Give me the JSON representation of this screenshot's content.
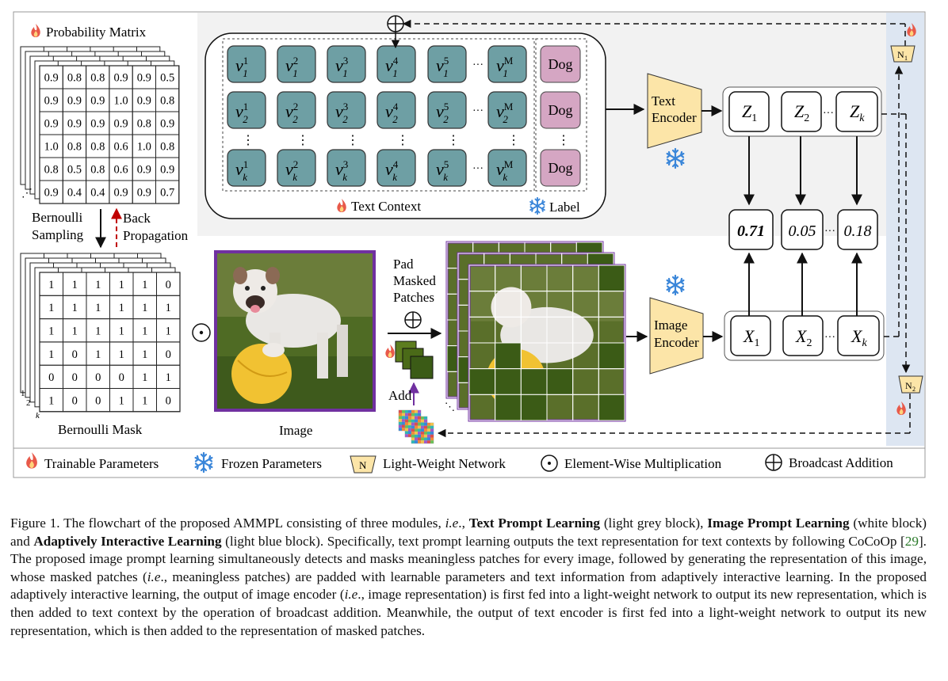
{
  "figure": {
    "prob_matrix": {
      "title": "Probability Matrix",
      "rows": [
        [
          "0.9",
          "0.8",
          "0.8",
          "0.9",
          "0.9",
          "0.5"
        ],
        [
          "0.9",
          "0.9",
          "0.9",
          "1.0",
          "0.9",
          "0.8"
        ],
        [
          "0.9",
          "0.9",
          "0.9",
          "0.9",
          "0.8",
          "0.9"
        ],
        [
          "1.0",
          "0.8",
          "0.8",
          "0.6",
          "1.0",
          "0.8"
        ],
        [
          "0.8",
          "0.5",
          "0.8",
          "0.6",
          "0.9",
          "0.9"
        ],
        [
          "0.9",
          "0.4",
          "0.4",
          "0.9",
          "0.9",
          "0.7"
        ]
      ]
    },
    "bernoulli_sampling": [
      "Bernoulli",
      "Sampling"
    ],
    "back_propagation": [
      "Back",
      "Propagation"
    ],
    "mask": {
      "title": "Bernoulli Mask",
      "rows": [
        [
          "1",
          "1",
          "1",
          "1",
          "1",
          "0"
        ],
        [
          "1",
          "1",
          "1",
          "1",
          "1",
          "1"
        ],
        [
          "1",
          "1",
          "1",
          "1",
          "1",
          "1"
        ],
        [
          "1",
          "0",
          "1",
          "1",
          "1",
          "0"
        ],
        [
          "0",
          "0",
          "0",
          "0",
          "1",
          "1"
        ],
        [
          "1",
          "0",
          "0",
          "1",
          "1",
          "0"
        ]
      ],
      "index_labels": [
        "1",
        "2",
        "k"
      ]
    },
    "image_label": "Image",
    "text_context_label": "Text Context",
    "label_label": "Label",
    "class_name": "Dog",
    "v_cols": [
      "1",
      "2",
      "3",
      "4",
      "5",
      "M"
    ],
    "v_rows": [
      "1",
      "2",
      "k"
    ],
    "text_encoder": [
      "Text",
      "Encoder"
    ],
    "image_encoder": [
      "Image",
      "Encoder"
    ],
    "z_labels": [
      "1",
      "2",
      "k"
    ],
    "x_labels": [
      "1",
      "2",
      "k"
    ],
    "scores": [
      "0.71",
      "0.05",
      "0.18"
    ],
    "pad_text": [
      "Pad",
      "Masked",
      "Patches"
    ],
    "add_text": "Add",
    "n1": "N",
    "n1_sub": "1",
    "n2": "N",
    "n2_sub": "2",
    "legend": {
      "trainable": "Trainable Parameters",
      "frozen": "Frozen Parameters",
      "n_symbol": "N",
      "lightweight": "Light-Weight Network",
      "elementwise": "Element-Wise Multiplication",
      "broadcast": "Broadcast Addition"
    },
    "colors": {
      "v_box": "#6e9fa4",
      "label_box": "#d5a6c3",
      "encoder": "#fce5a8",
      "grey_block": "#f2f2f2",
      "blue_block": "#dde6f2",
      "frame_purple": "#7030a0",
      "mask_green": "#3b5b16"
    }
  },
  "caption": {
    "p1": "Figure 1.  The flowchart of the proposed AMMPL consisting of three modules, ",
    "ie1": "i.e",
    "p2": "., ",
    "b1": "Text Prompt Learning",
    "p3": " (light grey block), ",
    "b2": "Image Prompt Learning",
    "p4": " (white block) and ",
    "b3": "Adaptively Interactive Learning",
    "p5": " (light blue block). Specifically, text prompt learning outputs the text representation for text contexts by following CoCoOp [",
    "ref": "29",
    "p6": "]. The proposed image prompt learning simultaneously detects and masks meaningless patches for every image, followed by generating the representation of this image, whose masked patches (",
    "ie2": "i.e",
    "p7": "., meaningless patches) are padded with learnable parameters and text information from adaptively interactive learning.  In the proposed adaptively interactive learning, the output of image encoder (",
    "ie3": "i.e",
    "p8": "., image representation) is first fed into a light-weight network to output its new representation, which is then added to text context by the operation of broadcast addition. Meanwhile, the output of text encoder is first fed into a light-weight network to output its new representation, which is then added to the representation of masked patches."
  }
}
